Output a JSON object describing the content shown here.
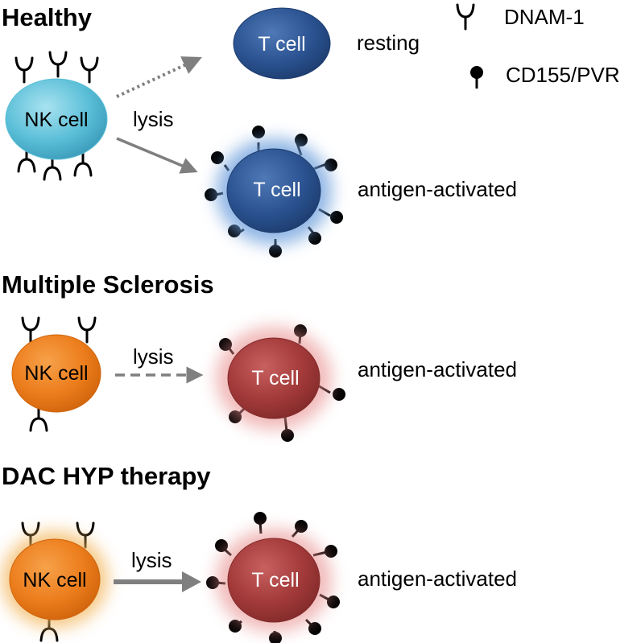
{
  "legend": {
    "receptor_label": "DNAM-1",
    "ligand_label": "CD155/PVR",
    "receptor_icon": "y-receptor-icon",
    "ligand_icon": "lollipop-ligand-icon"
  },
  "panels": {
    "healthy": {
      "title": "Healthy",
      "nk_label": "NK cell",
      "resting_tcell_label": "T cell",
      "resting_label": "resting",
      "lysis_label": "lysis",
      "activated_tcell_label": "T cell",
      "activated_label": "antigen-activated"
    },
    "ms": {
      "title": "Multiple Sclerosis",
      "nk_label": "NK cell",
      "lysis_label": "lysis",
      "tcell_label": "T cell",
      "activated_label": "antigen-activated"
    },
    "dac": {
      "title": "DAC HYP therapy",
      "nk_label": "NK cell",
      "lysis_label": "lysis",
      "tcell_label": "T cell",
      "activated_label": "antigen-activated"
    }
  },
  "colors": {
    "nk_healthy": "#5bbfd8",
    "nk_orange": "#ec7d1c",
    "tcell_blue": "#2b5391",
    "tcell_red": "#a33a3a",
    "arrow_gray": "#7f7f7f"
  }
}
